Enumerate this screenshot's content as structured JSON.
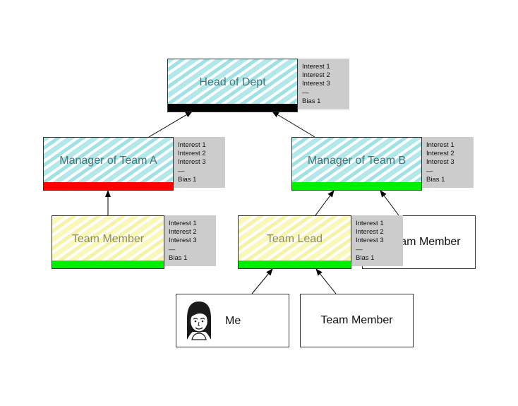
{
  "colors": {
    "arrow": "#000000",
    "info_bg": "#cccccc",
    "bar_black": "#000000",
    "bar_red": "#ff0000",
    "bar_green": "#00ee00",
    "hatch_cyan": "#b3e8ea",
    "hatch_yellow": "#fbf7b8"
  },
  "info_lines": [
    "Interest 1",
    "Interest 2",
    "Interest 3",
    "—",
    "Bias 1"
  ],
  "nodes": {
    "head": {
      "label": "Head of Dept",
      "fill": "cyan",
      "status": "black"
    },
    "manager_a": {
      "label": "Manager of Team A",
      "fill": "cyan",
      "status": "red"
    },
    "manager_b": {
      "label": "Manager of Team B",
      "fill": "cyan",
      "status": "green"
    },
    "member_a": {
      "label": "Team Member",
      "fill": "yellow",
      "status": "green"
    },
    "team_lead": {
      "label": "Team Lead",
      "fill": "yellow",
      "status": "green"
    },
    "member_b": {
      "label": "Team Member"
    },
    "me": {
      "label": "Me",
      "icon": "woman-avatar-icon"
    },
    "member_lead": {
      "label": "Team Member"
    }
  },
  "edges": [
    {
      "from": "manager_a",
      "to": "head"
    },
    {
      "from": "manager_b",
      "to": "head"
    },
    {
      "from": "member_a",
      "to": "manager_a"
    },
    {
      "from": "team_lead",
      "to": "manager_b"
    },
    {
      "from": "member_b",
      "to": "manager_b"
    },
    {
      "from": "me",
      "to": "team_lead"
    },
    {
      "from": "member_lead",
      "to": "team_lead"
    }
  ]
}
